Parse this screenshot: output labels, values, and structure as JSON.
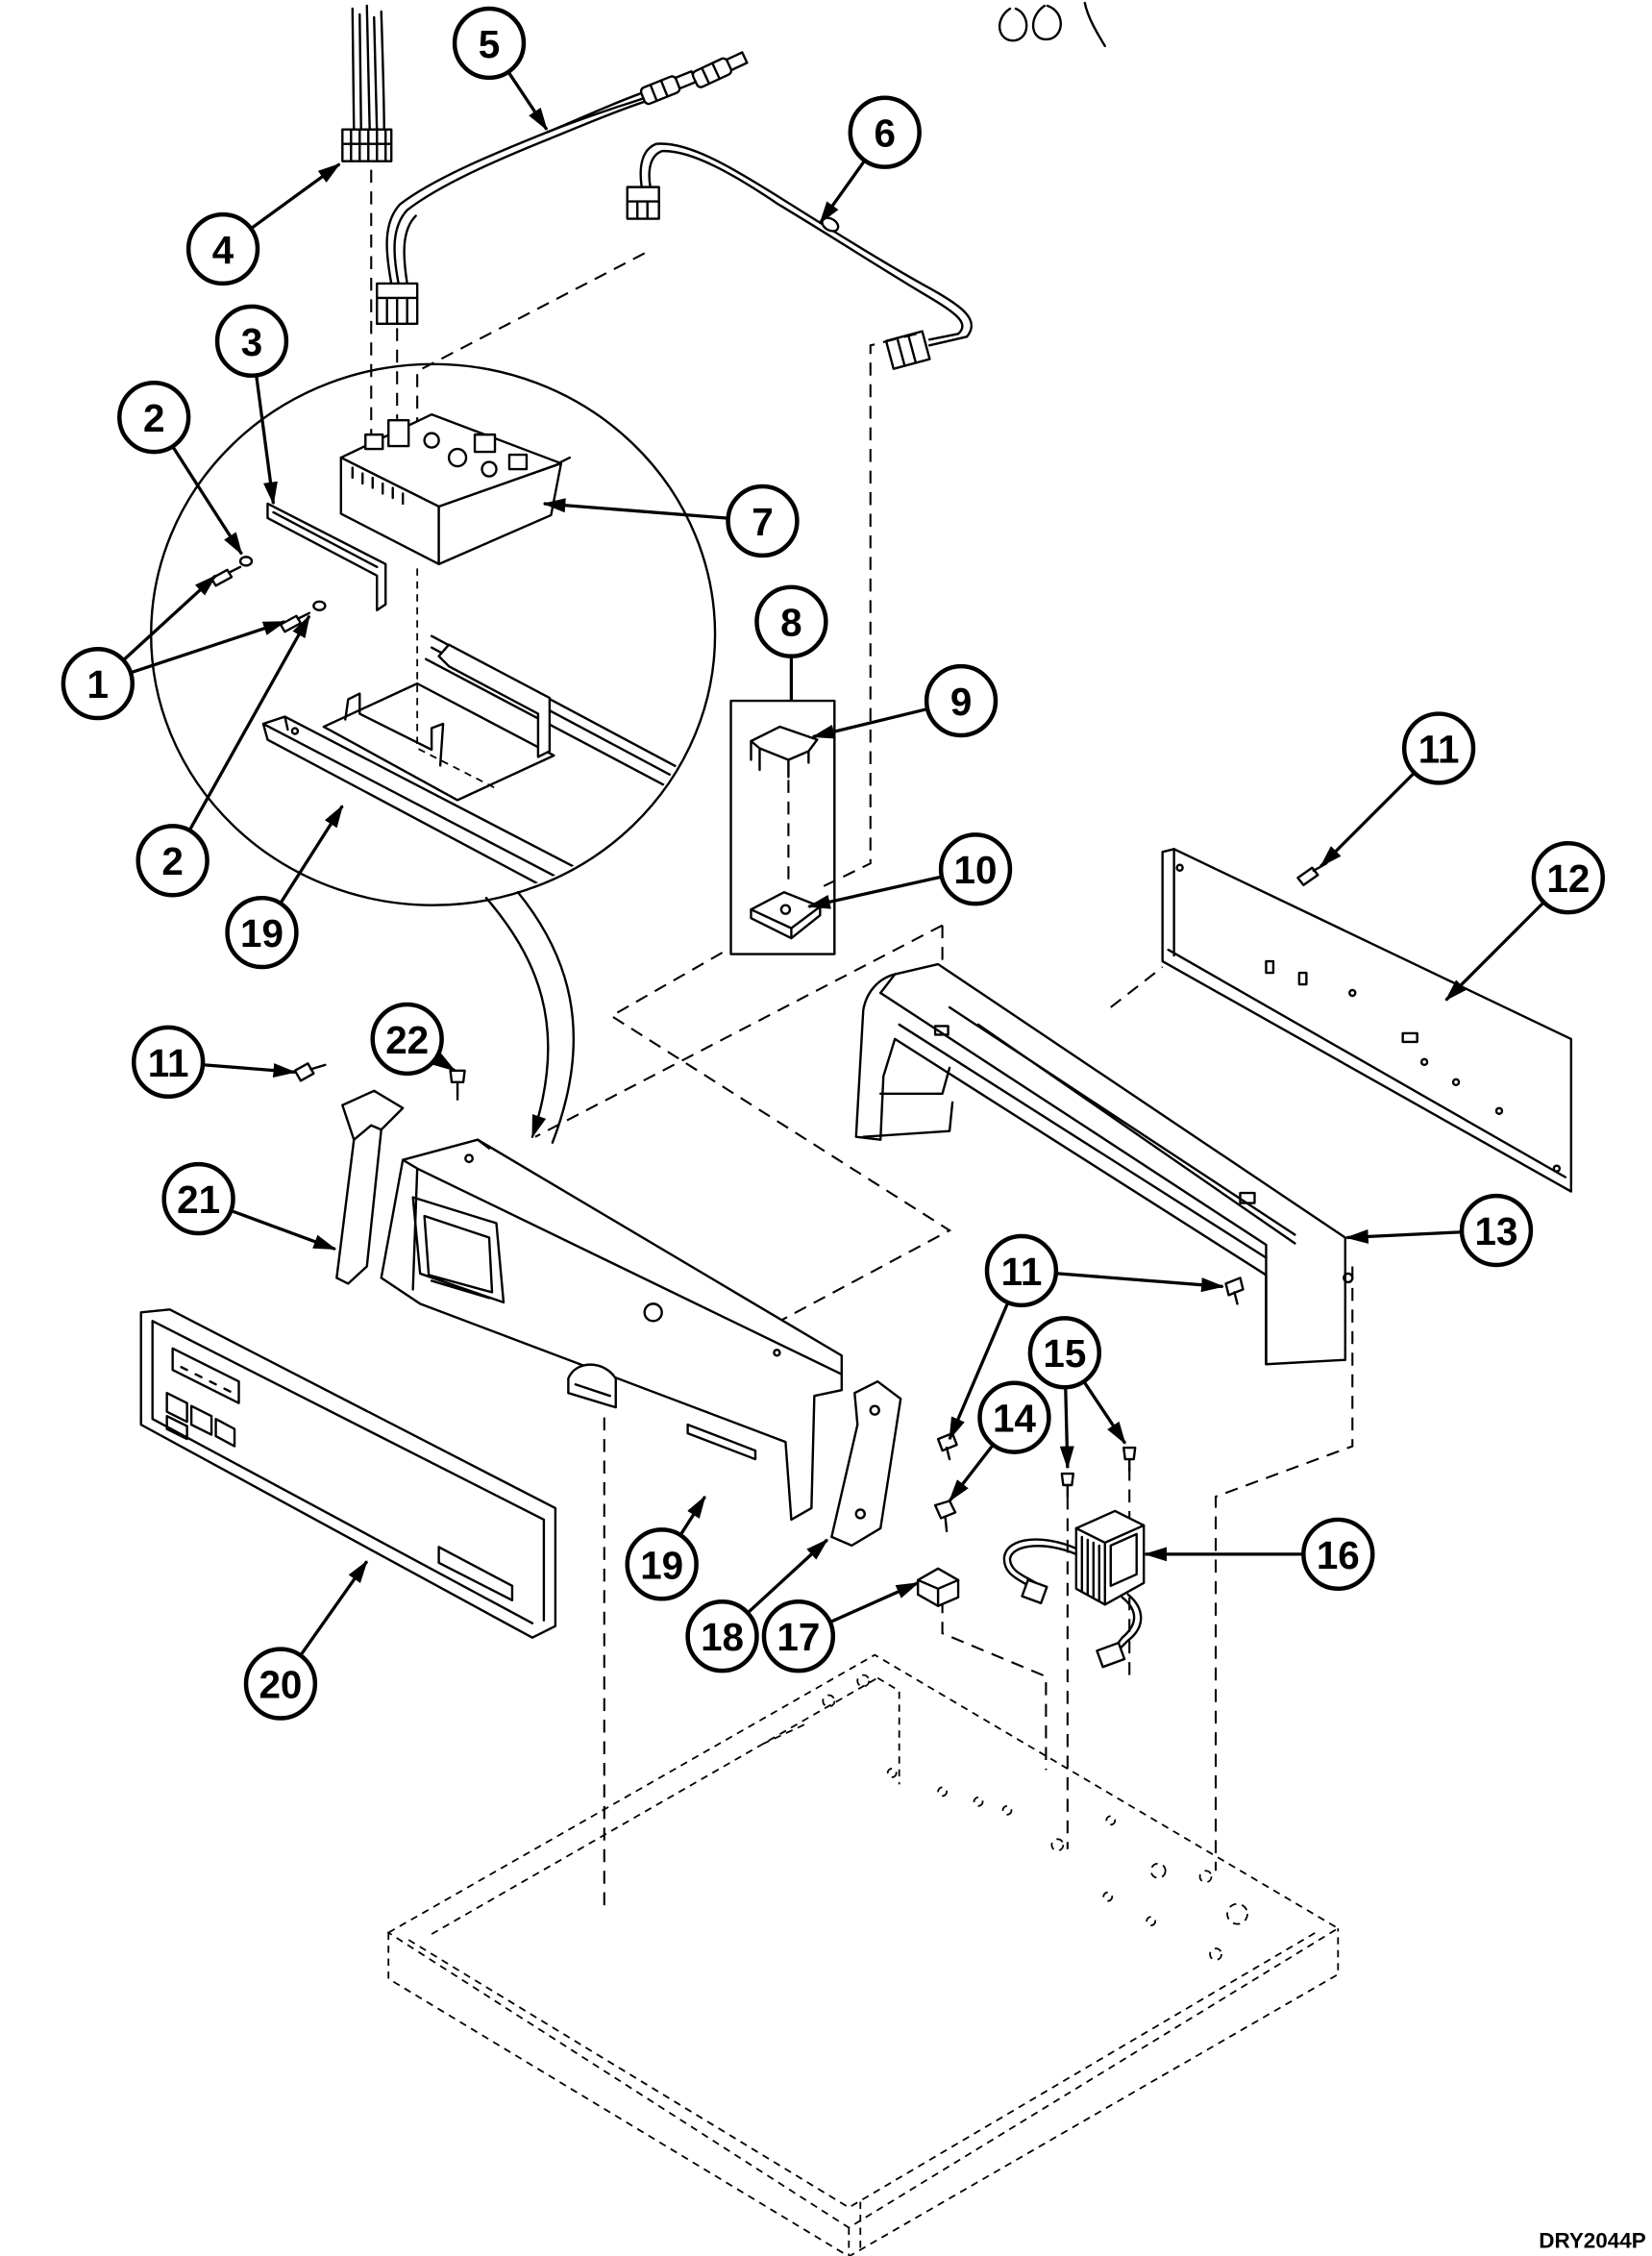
{
  "diagram": {
    "callouts": [
      "5",
      "6",
      "4",
      "3",
      "2",
      "7",
      "8",
      "9",
      "1",
      "11",
      "12",
      "10",
      "2",
      "19",
      "22",
      "11",
      "21",
      "13",
      "11",
      "15",
      "14",
      "16",
      "19",
      "18",
      "17",
      "20"
    ],
    "drawing_code": "DRY2044P"
  }
}
